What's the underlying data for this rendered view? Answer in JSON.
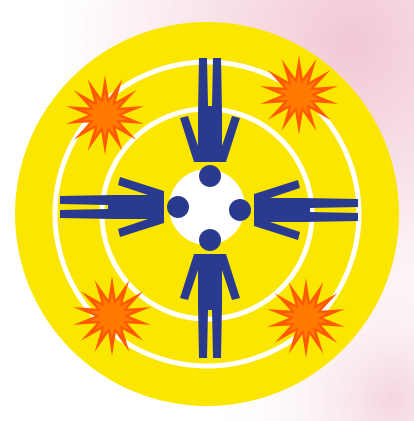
{
  "colors": {
    "background": "#ffffff",
    "corner_tint": "#f2c8d4",
    "disc": "#fbe600",
    "rings": "#ffffff",
    "figures": "#2a3a8f",
    "starbursts_outer": "#ff5a00",
    "starbursts_inner": "#ff7a00"
  },
  "emblem": {
    "rings_count": 2,
    "figures_count": 4,
    "starbursts_count": 4,
    "icons": {
      "figure": "person-silhouette-icon",
      "burst": "starburst-icon",
      "center": "white-hub-icon"
    }
  }
}
